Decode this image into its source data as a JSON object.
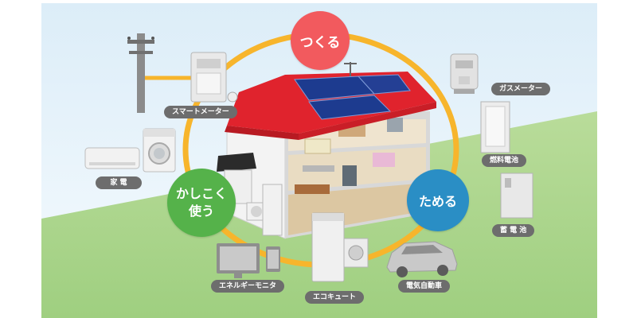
{
  "bubbles": {
    "tsukuru": "つくる",
    "tameru": "ためる",
    "tsukau_line1": "かしこく",
    "tsukau_line2": "使う"
  },
  "labels": {
    "smart_meter": "スマートメーター",
    "gas_meter": "ガスメーター",
    "fuel_cell": "燃料電池",
    "appliances": "家 電",
    "storage_battery": "蓄 電 池",
    "energy_monitor": "エネルギーモニタ",
    "ecocute": "エコキュート",
    "ev": "電気自動車"
  },
  "colors": {
    "sky": "#e6f3fb",
    "ground": "#a9d48a",
    "ring": "#f7b52c",
    "roof": "#e0232d",
    "solar": "#1d3b8f",
    "tsukuru": "#f25a5e",
    "tameru": "#2a8ec5",
    "tsukau": "#55b24a",
    "label_bg": "#6d6d6d"
  }
}
